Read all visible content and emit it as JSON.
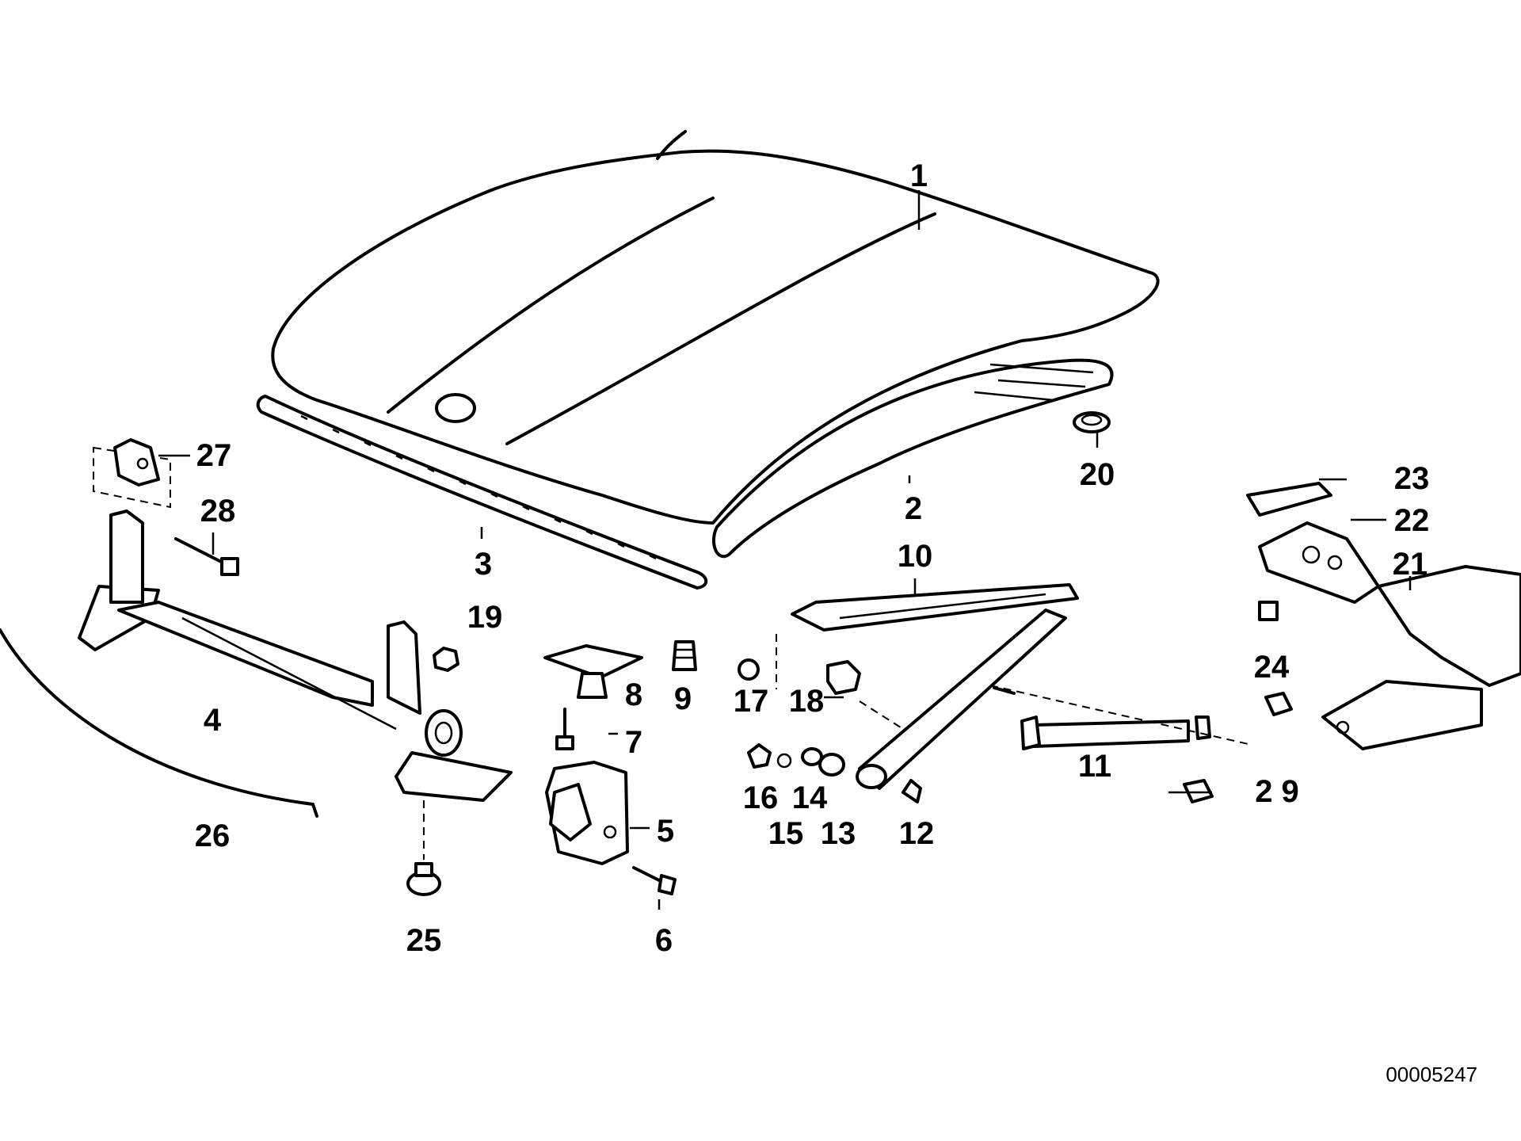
{
  "diagram": {
    "reference_number": "00005247",
    "callouts": {
      "c1": "1",
      "c2": "2",
      "c3": "3",
      "c4": "4",
      "c5": "5",
      "c6": "6",
      "c7": "7",
      "c8": "8",
      "c9": "9",
      "c10": "10",
      "c11": "11",
      "c12": "12",
      "c13": "13",
      "c14": "14",
      "c15": "15",
      "c16": "16",
      "c17": "17",
      "c18": "18",
      "c19": "19",
      "c20": "20",
      "c21": "21",
      "c22": "22",
      "c23": "23",
      "c24": "24",
      "c25": "25",
      "c26": "26",
      "c27": "27",
      "c28": "28",
      "c29": "2 9"
    }
  }
}
